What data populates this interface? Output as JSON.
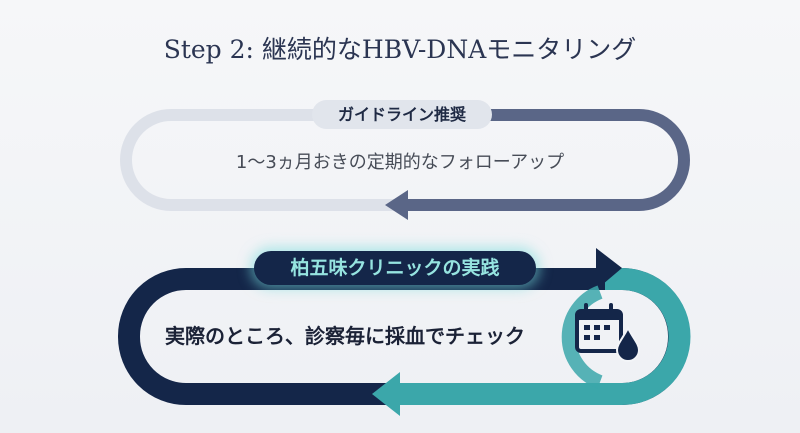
{
  "title": "Step 2: 継続的なHBV-DNAモニタリング",
  "guideline": {
    "badge": "ガイドライン推奨",
    "text": "1〜3ヵ月おきの定期的なフォローアップ"
  },
  "clinic": {
    "badge": "柏五味クリニックの実践",
    "text": "実際のところ、診察毎に採血でチェック",
    "icon": "calendar-blood-drop-icon"
  },
  "colors": {
    "navy": "#142649",
    "teal": "#3ba7aa",
    "slate": "#5a6687",
    "light": "#dde1e9"
  }
}
